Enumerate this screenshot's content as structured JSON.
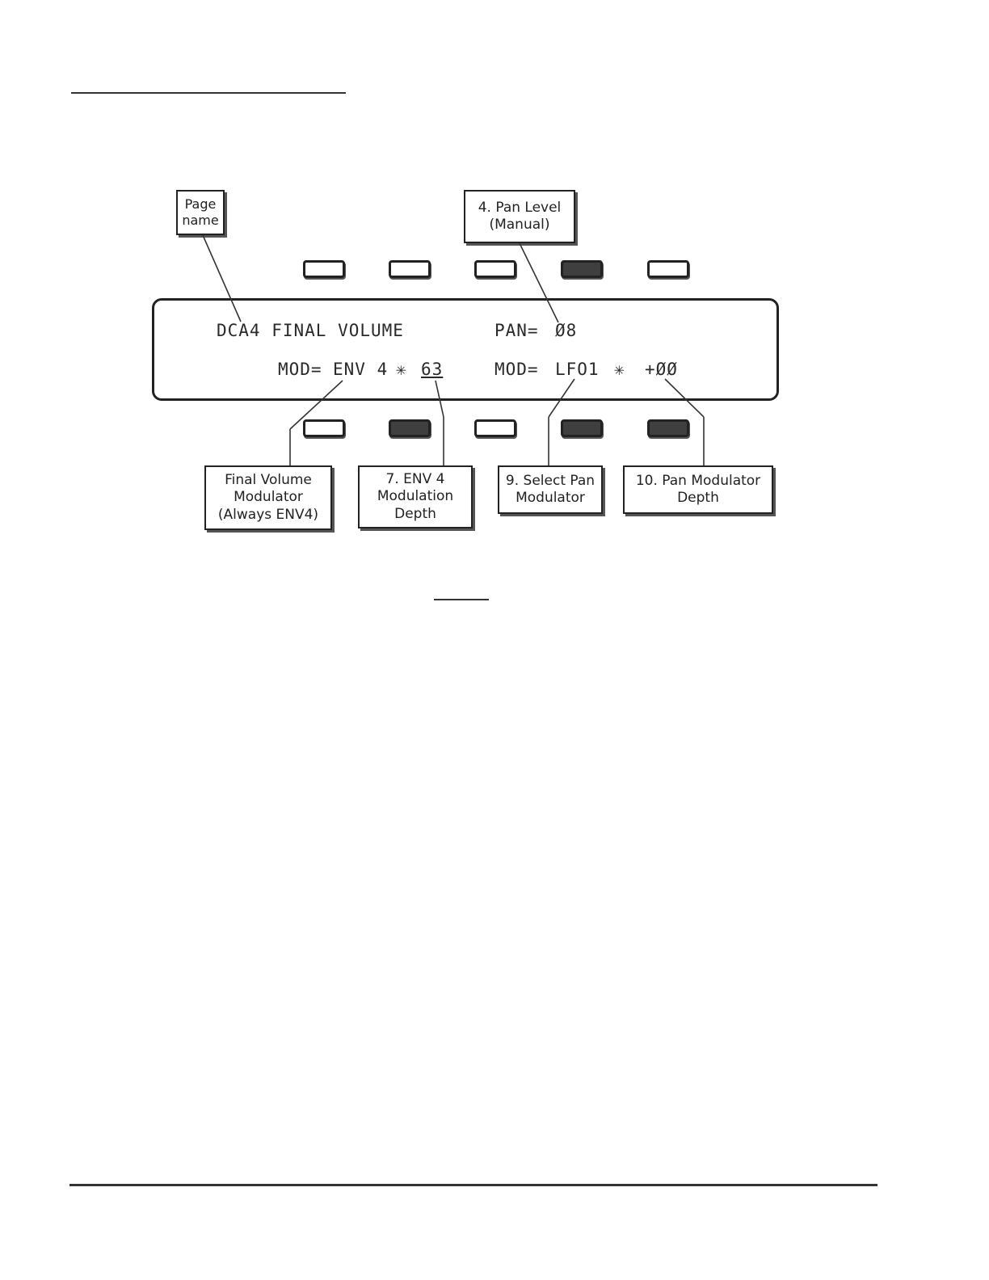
{
  "display": {
    "row1": {
      "page_name": "DCA4 FINAL VOLUME",
      "pan_label": "PAN=",
      "pan_value": "Ø8"
    },
    "row2": {
      "mod1_label": "MOD=",
      "mod1_source": "ENV 4",
      "mod1_star": "✳",
      "mod1_depth": "63",
      "mod2_label": "MOD=",
      "mod2_source": "LFO1",
      "mod2_star": "✳",
      "mod2_depth": "+ØØ"
    }
  },
  "softkeys": {
    "top": [
      {
        "active": false
      },
      {
        "active": false
      },
      {
        "active": false
      },
      {
        "active": true
      },
      {
        "active": false
      }
    ],
    "bottom": [
      {
        "active": false
      },
      {
        "active": true
      },
      {
        "active": false
      },
      {
        "active": true
      },
      {
        "active": true
      }
    ]
  },
  "callouts": {
    "page_name": "Page\nname",
    "pan_level": "4. Pan Level\n(Manual)",
    "final_volume_modulator": "Final Volume\nModulator\n(Always ENV4)",
    "env4_depth": "7. ENV 4\nModulation\nDepth",
    "select_pan_mod": "9. Select Pan\nModulator",
    "pan_mod_depth": "10. Pan Modulator\nDepth"
  },
  "colors": {
    "ink": "#222222",
    "active_key": "#3f3f3f",
    "background": "#ffffff"
  }
}
